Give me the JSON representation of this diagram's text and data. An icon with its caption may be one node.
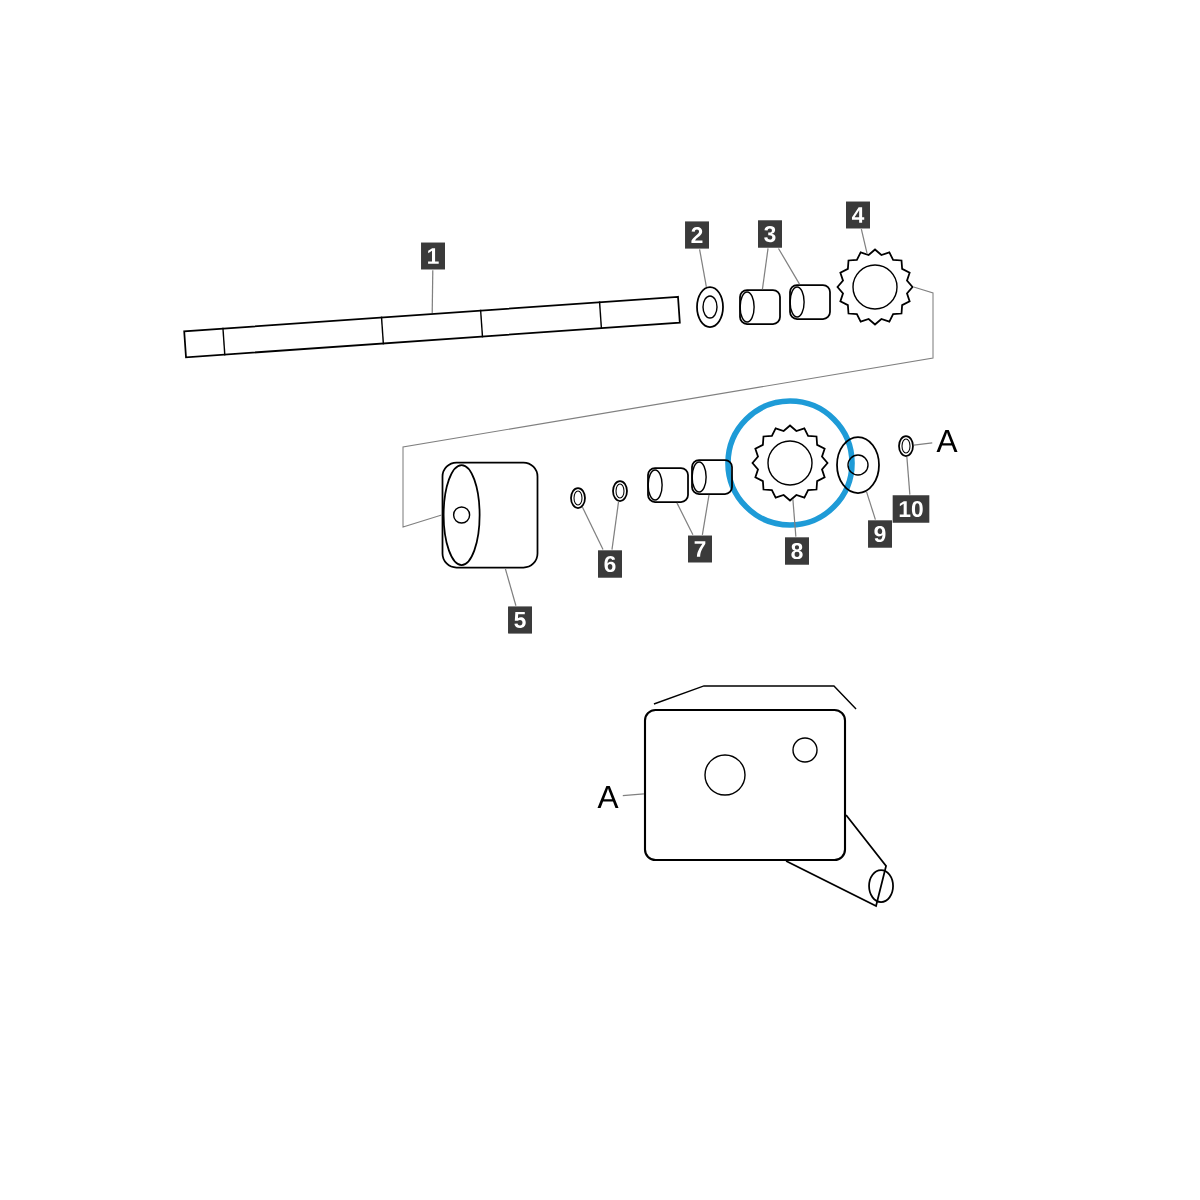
{
  "diagram": {
    "nodes": [
      {
        "text": [
          "1"
        ]
      },
      {
        "text": [],
        "shape": "picture"
      },
      {
        "text": [
          "2"
        ]
      },
      {
        "text": [],
        "shape": "picture"
      },
      {
        "text": [
          "3"
        ]
      },
      {
        "text": [],
        "shape": "picture"
      },
      {
        "text": [],
        "shape": "picture"
      },
      {
        "text": [
          "4"
        ]
      },
      {
        "text": [],
        "shape": "picture"
      },
      {
        "text": [
          "5"
        ]
      },
      {
        "text": [],
        "shape": "picture"
      },
      {
        "text": [
          "6"
        ]
      },
      {
        "text": [],
        "shape": "picture"
      },
      {
        "text": [],
        "shape": "picture"
      },
      {
        "text": [
          "7"
        ]
      },
      {
        "text": [],
        "shape": "picture"
      },
      {
        "text": [],
        "shape": "picture"
      },
      {
        "text": [
          "8"
        ]
      },
      {
        "text": [],
        "shape": "picture"
      },
      {
        "text": [
          "9"
        ]
      },
      {
        "text": [],
        "shape": "picture"
      },
      {
        "text": [
          "10"
        ]
      },
      {
        "text": [],
        "shape": "picture"
      },
      {
        "text": [
          "A"
        ]
      },
      {
        "text": [
          "A"
        ]
      },
      {
        "text": [],
        "shape": "picture"
      }
    ],
    "edges": [
      {
        "from": 0,
        "to": 1,
        "arrow": "none"
      },
      {
        "from": 2,
        "to": 3,
        "arrow": "none"
      },
      {
        "from": 4,
        "to": 5,
        "arrow": "none"
      },
      {
        "from": 4,
        "to": 6,
        "arrow": "none"
      },
      {
        "from": 7,
        "to": 8,
        "arrow": "none"
      },
      {
        "from": 9,
        "to": 10,
        "arrow": "none"
      },
      {
        "from": 11,
        "to": 12,
        "arrow": "none"
      },
      {
        "from": 11,
        "to": 13,
        "arrow": "none"
      },
      {
        "from": 14,
        "to": 15,
        "arrow": "none"
      },
      {
        "from": 14,
        "to": 16,
        "arrow": "none"
      },
      {
        "from": 17,
        "to": 18,
        "arrow": "none"
      },
      {
        "from": 19,
        "to": 20,
        "arrow": "none"
      },
      {
        "from": 21,
        "to": 22,
        "arrow": "none"
      },
      {
        "from": 23,
        "to": 22,
        "arrow": "none"
      },
      {
        "from": 24,
        "to": 25,
        "arrow": "none"
      },
      {
        "from": 8,
        "to": 10,
        "arrow": "none"
      }
    ]
  }
}
